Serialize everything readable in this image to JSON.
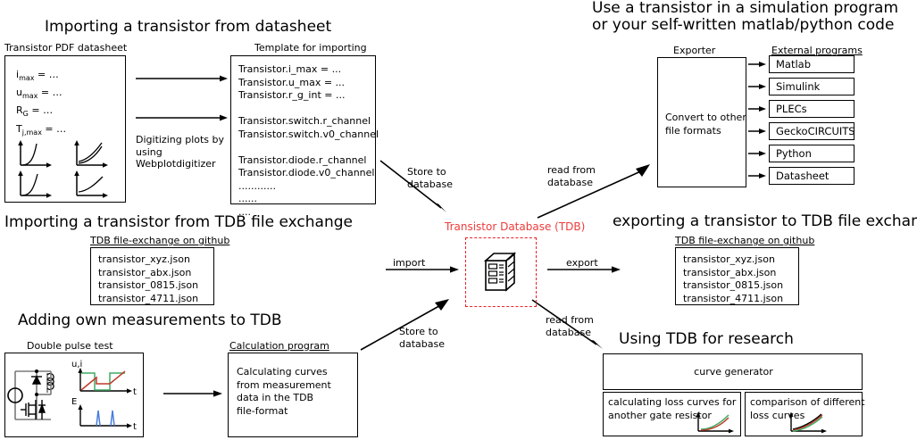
{
  "sections": {
    "import_datasheet": {
      "title": "Importing a transistor from datasheet",
      "pdf_caption": "Transistor PDF datasheet",
      "pdf_params": [
        "i_max = ...",
        "u_max = ...",
        "R_G = ...",
        "T_j,max = ..."
      ],
      "arrow_note": "Digitizing plots by\nusing\nWebplotdigitizer",
      "template_caption": "Template for importing",
      "template_lines": "Transistor.i_max = ...\nTransistor.u_max = ...\nTransistor.r_g_int = ...\n\nTransistor.switch.r_channel\nTransistor.switch.v0_channel\n\nTransistor.diode.r_channel\nTransistor.diode.v0_channel\n............\n......\n...."
    },
    "import_tdb": {
      "title": "Importing a transistor from TDB file exchange",
      "box_caption": "TDB file-exchange on github",
      "files": "transistor_xyz.json\ntransistor_abx.json\ntransistor_0815.json\ntransistor_4711.json"
    },
    "own_measurements": {
      "title": "Adding own measurements to TDB",
      "dpt_caption": "Double pulse test",
      "dpt_axis_ui": "u,i",
      "dpt_axis_e": "E",
      "dpt_axis_t": "t",
      "calc_caption": "Calculation program",
      "calc_text": "Calculating curves\nfrom measurement\ndata in the TDB\nfile-format"
    },
    "simulation": {
      "title": "Use a transistor in a simulation program\nor your self-written matlab/python code",
      "exporter_caption": "Exporter",
      "exporter_text": "Convert to other\nfile formats",
      "external_caption": "External programs",
      "programs": [
        "Matlab",
        "Simulink",
        "PLECs",
        "GeckoCIRCUITS",
        "Python",
        "Datasheet"
      ]
    },
    "export_tdb": {
      "title": "exporting a transistor to TDB file exchange",
      "box_caption": "TDB file-exchange on github",
      "files": "transistor_xyz.json\ntransistor_abx.json\ntransistor_0815.json\ntransistor_4711.json"
    },
    "research": {
      "title": "Using TDB for research",
      "curve_generator": "curve generator",
      "card_left": "calculating loss curves for\nanother gate resistor",
      "card_right": "comparison of different\nloss curves"
    }
  },
  "database": {
    "label": "Transistor Database (TDB)",
    "icon": "server-rack-icon",
    "accent_color": "#ee3b3b"
  },
  "arrows": {
    "store_to_database_top": "Store to\ndatabase",
    "read_from_database_top": "read from\ndatabase",
    "import": "import",
    "export": "export",
    "store_to_database_bottom": "Store to\ndatabase",
    "read_from_database_bottom": "read from\ndatabase"
  },
  "colors": {
    "stroke": "#000000",
    "accent": "#ee3b3b",
    "curve_green": "#3faa63",
    "curve_red": "#c0392b",
    "curve_blue": "#4a7ddc",
    "circuit_gray": "#7a7a7a"
  }
}
